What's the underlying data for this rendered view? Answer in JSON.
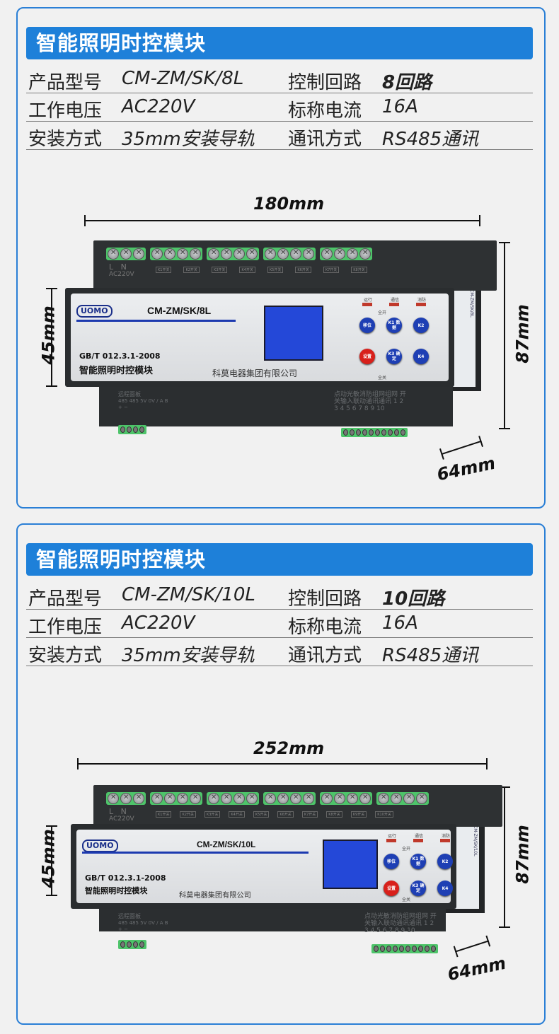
{
  "products": [
    {
      "title": "智能照明时控模块",
      "specs": {
        "model_label": "产品型号",
        "model": "CM-ZM/SK/8L",
        "circuits_label": "控制回路",
        "circuits": "8回路",
        "voltage_label": "工作电压",
        "voltage": "AC220V",
        "current_label": "标称电流",
        "current": "16A",
        "mount_label": "安装方式",
        "mount": "35mm安装导轨",
        "comm_label": "通讯方式",
        "comm": "RS485通讯"
      },
      "dims": {
        "width": "180mm",
        "front_height": "45mm",
        "height": "87mm",
        "depth": "64mm"
      },
      "device": {
        "model": "CM-ZM/SK/8L",
        "brand": "UOMO",
        "standard": "GB/T 012.3.1-2008",
        "name": "智能照明时控模块",
        "company": "科莫电器集团有限公司",
        "power_labels": "L   N",
        "power_voltage": "AC220V",
        "channel_labels": [
          "K1开关",
          "K2开关",
          "K3开关",
          "K4开关",
          "K5开关",
          "K6开关",
          "K7开关",
          "K8开关"
        ],
        "leds": [
          "运行",
          "通信",
          "消防"
        ],
        "all_on": "全开",
        "all_off": "全关",
        "buttons": [
          "移位",
          "K1 数据",
          "K2",
          "设置",
          "K3 确定",
          "K4"
        ],
        "remote_panel": "远程面板",
        "remote_pins": "485 485 5V 0V / A B + −",
        "inputs": "点动光敏消防组网组网 开关输入联动通讯通讯 1 2 3 4 5 6 7 8 9 10"
      }
    },
    {
      "title": "智能照明时控模块",
      "specs": {
        "model_label": "产品型号",
        "model": "CM-ZM/SK/10L",
        "circuits_label": "控制回路",
        "circuits": "10回路",
        "voltage_label": "工作电压",
        "voltage": "AC220V",
        "current_label": "标称电流",
        "current": "16A",
        "mount_label": "安装方式",
        "mount": "35mm安装导轨",
        "comm_label": "通讯方式",
        "comm": "RS485通讯"
      },
      "dims": {
        "width": "252mm",
        "front_height": "45mm",
        "height": "87mm",
        "depth": "64mm"
      },
      "device": {
        "model": "CM-ZM/SK/10L",
        "brand": "UOMO",
        "standard": "GB/T 012.3.1-2008",
        "name": "智能照明时控模块",
        "company": "科莫电器集团有限公司",
        "power_labels": "L   N",
        "power_voltage": "AC220V",
        "channel_labels": [
          "K1开关",
          "K2开关",
          "K3开关",
          "K4开关",
          "K5开关",
          "K6开关",
          "K7开关",
          "K8开关",
          "K9开关",
          "K10开关"
        ],
        "leds": [
          "运行",
          "通信",
          "消防"
        ],
        "all_on": "全开",
        "all_off": "全关",
        "buttons": [
          "移位",
          "K1 数据",
          "K2",
          "设置",
          "K3 确定",
          "K4"
        ],
        "remote_panel": "远程面板",
        "remote_pins": "485 485 5V 0V / A B + −",
        "inputs": "点动光敏消防组网组网 开关输入联动通讯通讯 1 2 3 4 5 6 7 8 9 10"
      }
    }
  ]
}
